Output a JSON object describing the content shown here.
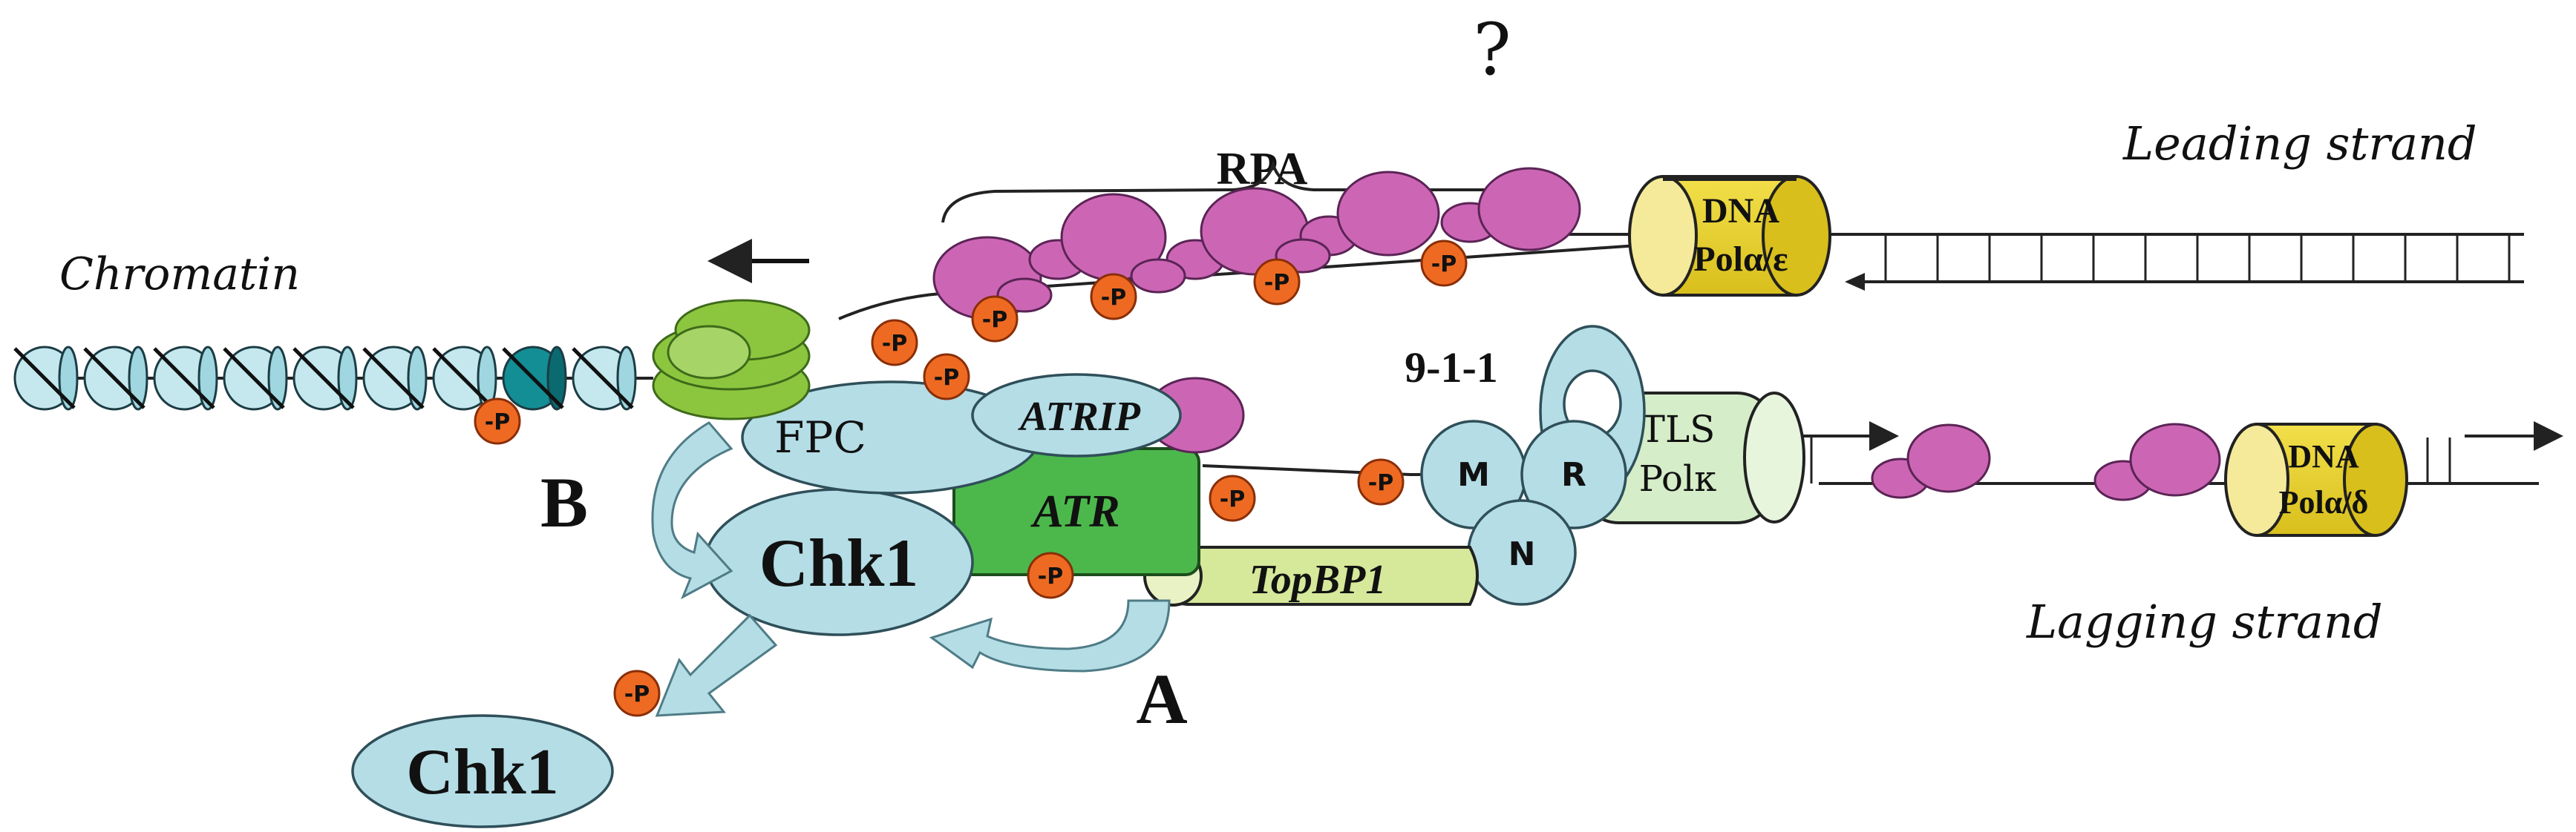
{
  "title": {
    "question": "?"
  },
  "labels": {
    "rpa": "RPA",
    "chromatin": "Chromatin",
    "leading_strand": "Leading strand",
    "lagging_strand": "Lagging strand",
    "nine_one_one": "9-1-1",
    "label_a": "A",
    "label_b": "B"
  },
  "proteins": {
    "fpc": "FPC",
    "atrip": "ATRIP",
    "atr": "ATR",
    "chk1_complex": "Chk1",
    "chk1_free": "Chk1",
    "topbp1": "TopBP1",
    "rad9_m": "M",
    "rad1_r": "R",
    "hus1_n": "N"
  },
  "polymerases": {
    "leading": {
      "line1": "DNA",
      "line2": "Polα/ε"
    },
    "lagging": {
      "line1": "DNA",
      "line2": "Polα/δ"
    },
    "tls": {
      "line1": "TLS",
      "line2": "Polκ"
    }
  },
  "phospho_label": "-P",
  "colors": {
    "rpa": "#cc66b4",
    "phospho": "#ee6a22",
    "blue_protein": "#b4dde6",
    "atr": "#4cb84c",
    "topbp1": "#d6e89a",
    "polymerase": "#e8d22e",
    "tls": "#d5edc8",
    "fpc_green": "#8cc63f",
    "histone_dark": "#138e95"
  }
}
